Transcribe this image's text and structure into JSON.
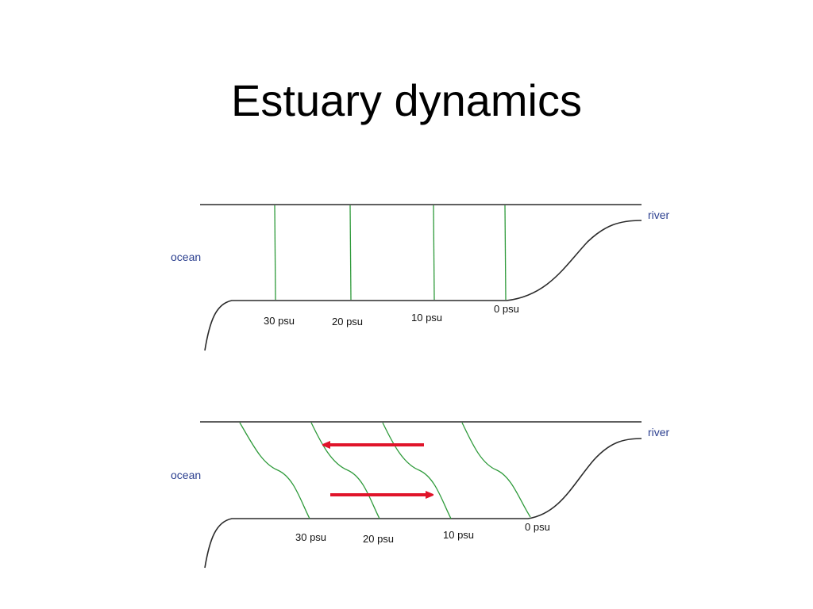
{
  "title": "Estuary dynamics",
  "colors": {
    "label_blue": "#2b3f8f",
    "isohaline_green": "#2e9a3a",
    "flow_arrow_red": "#e0142a",
    "outline": "#2a2a2a"
  },
  "panels": [
    {
      "ocean_label": "ocean",
      "river_label": "river",
      "isohalines": [
        "30 psu",
        "20 psu",
        "10 psu",
        "0 psu"
      ],
      "isohaline_shape": "vertical"
    },
    {
      "ocean_label": "ocean",
      "river_label": "river",
      "isohalines": [
        "30 psu",
        "20 psu",
        "10 psu",
        "0 psu"
      ],
      "isohaline_shape": "tilted",
      "flow_arrows": [
        "seaward-surface",
        "landward-bottom"
      ]
    }
  ]
}
